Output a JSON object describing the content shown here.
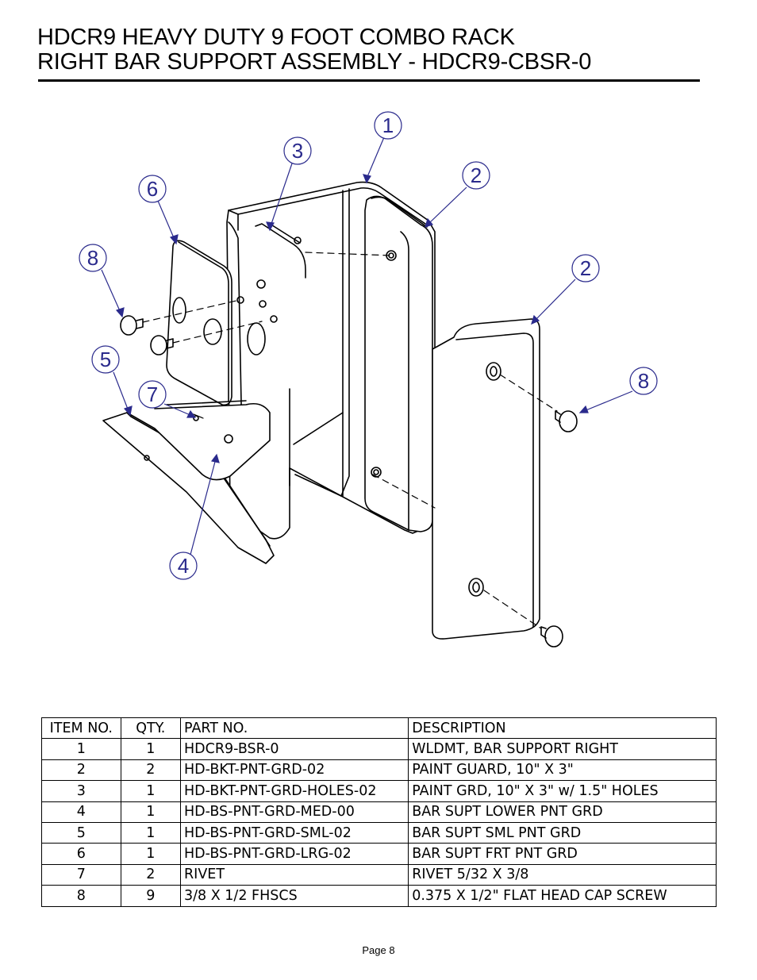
{
  "header": {
    "title_line1": "HDCR9 HEAVY DUTY 9 FOOT COMBO RACK",
    "title_line2": "RIGHT BAR SUPPORT ASSEMBLY - HDCR9-CBSR-0"
  },
  "diagram": {
    "balloons": [
      "1",
      "3",
      "2",
      "6",
      "8",
      "2",
      "5",
      "8",
      "7",
      "4"
    ],
    "balloon_color": "#2a2a8c"
  },
  "bom": {
    "headers": [
      "ITEM NO.",
      "QTY.",
      "PART NO.",
      "DESCRIPTION"
    ],
    "rows": [
      [
        "1",
        "1",
        "HDCR9-BSR-0",
        "WLDMT, BAR SUPPORT RIGHT"
      ],
      [
        "2",
        "2",
        "HD-BKT-PNT-GRD-02",
        "PAINT GUARD, 10\" X 3\""
      ],
      [
        "3",
        "1",
        "HD-BKT-PNT-GRD-HOLES-02",
        "PAINT GRD, 10\" X 3\" w/ 1.5\" HOLES"
      ],
      [
        "4",
        "1",
        "HD-BS-PNT-GRD-MED-00",
        "BAR SUPT LOWER PNT GRD"
      ],
      [
        "5",
        "1",
        "HD-BS-PNT-GRD-SML-02",
        "BAR SUPT SML PNT GRD"
      ],
      [
        "6",
        "1",
        "HD-BS-PNT-GRD-LRG-02",
        "BAR SUPT FRT PNT GRD"
      ],
      [
        "7",
        "2",
        "RIVET",
        "RIVET 5/32 X 3/8"
      ],
      [
        "8",
        "9",
        "3/8 X 1/2 FHSCS",
        "0.375 X 1/2\" FLAT HEAD CAP SCREW"
      ]
    ]
  },
  "footer": {
    "page": "Page 8"
  }
}
